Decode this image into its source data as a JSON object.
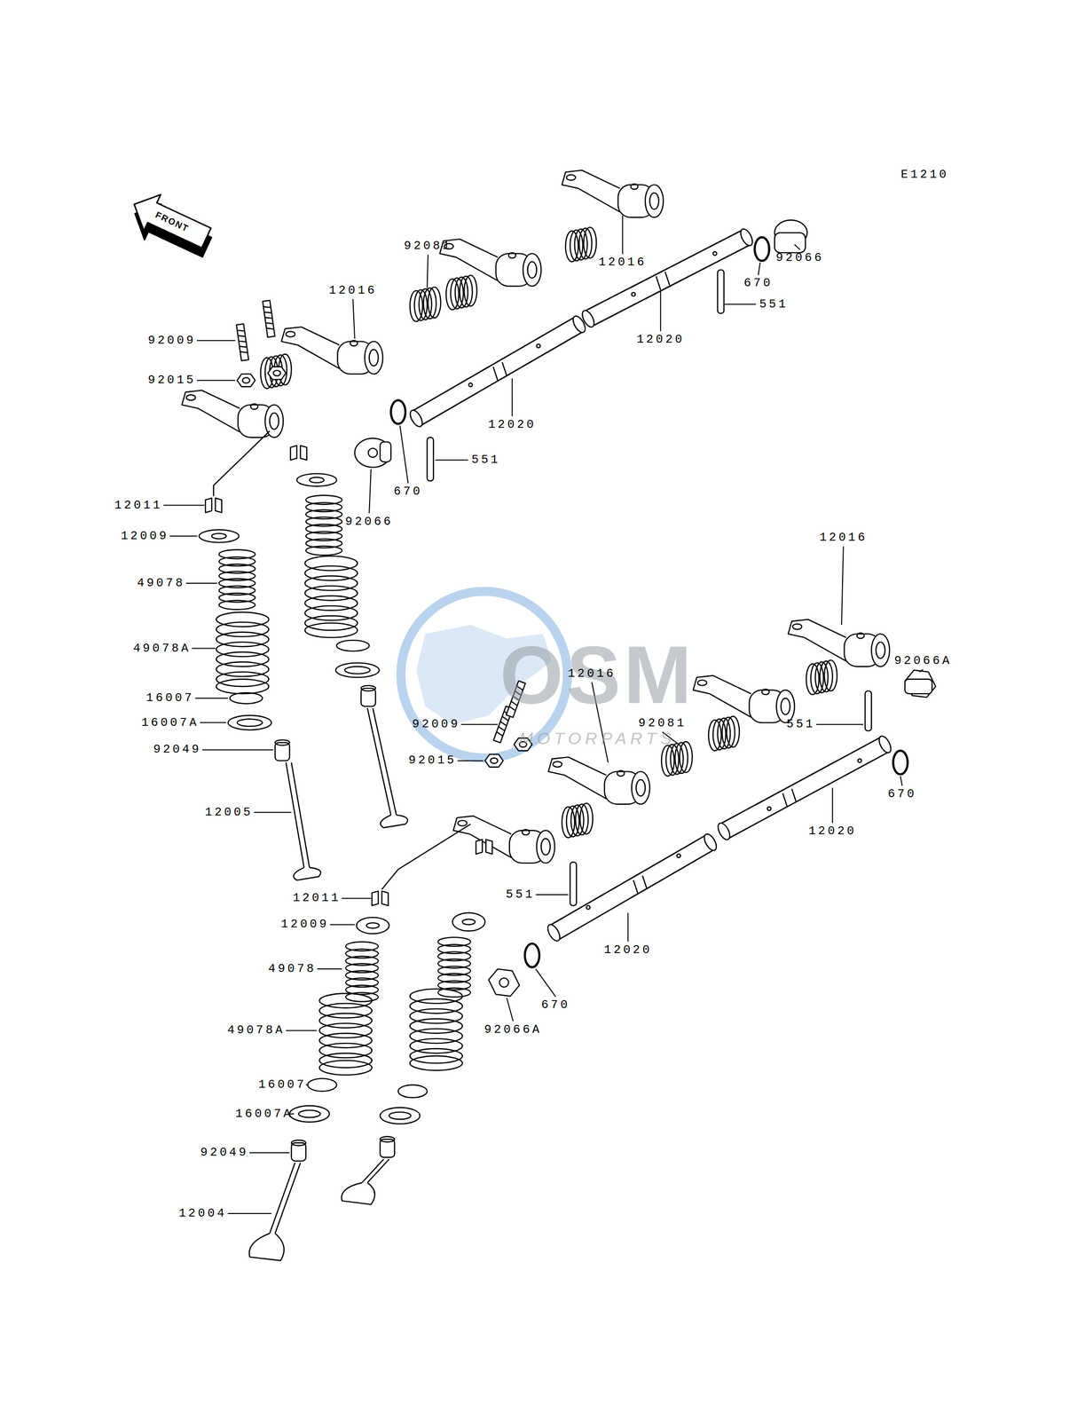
{
  "diagram": {
    "labels": [
      "E1210",
      "FRONT",
      "OSM",
      "MOTORPARTS",
      "92081",
      "12016",
      "92066",
      "670",
      "12016",
      "551",
      "92009",
      "12020",
      "92015",
      "12020",
      "551",
      "670",
      "92066",
      "12011",
      "12009",
      "49078",
      "49078A",
      "16007",
      "16007A",
      "92049",
      "12005",
      "12016",
      "92066A",
      "12016",
      "92081",
      "92009",
      "551",
      "92015",
      "670",
      "12020",
      "551",
      "12011",
      "12009",
      "12020",
      "49078",
      "670",
      "92066A",
      "49078A",
      "16007",
      "16007A",
      "92049",
      "12004"
    ]
  }
}
